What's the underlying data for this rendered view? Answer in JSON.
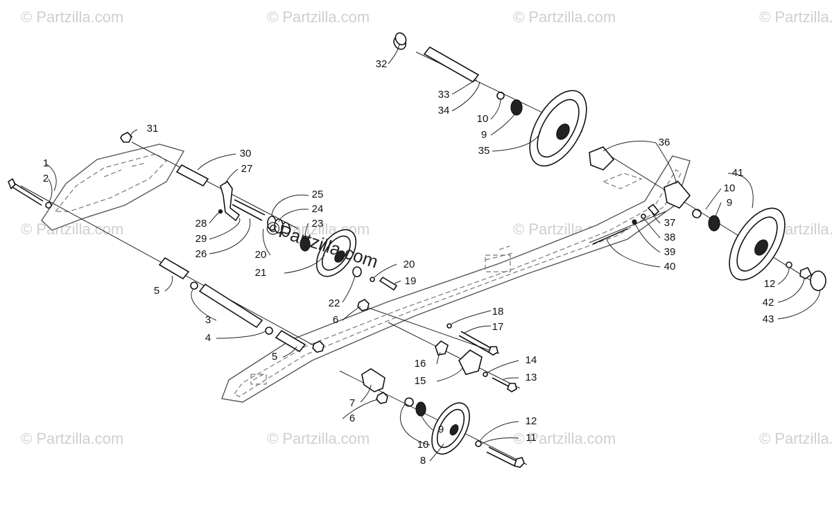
{
  "watermarks": [
    {
      "text": "© Partzilla.com"
    },
    {
      "text": "© Partzilla.com"
    },
    {
      "text": "© Partzilla.com"
    },
    {
      "text": "© Partzilla.com"
    },
    {
      "text": "© Partzilla.com"
    },
    {
      "text": "© Partzilla.com"
    },
    {
      "text": "© Partzilla.com"
    },
    {
      "text": "© Partzilla.com"
    },
    {
      "text": "© Partzilla.com"
    },
    {
      "text": "© Partzilla.com"
    },
    {
      "text": "© Partzilla.com"
    },
    {
      "text": "© Partzilla.com"
    }
  ],
  "center_stamp": "©Partzilla.com",
  "callouts": [
    "1",
    "2",
    "3",
    "4",
    "5",
    "5",
    "6",
    "6",
    "7",
    "8",
    "9",
    "9",
    "10",
    "10",
    "11",
    "12",
    "12",
    "13",
    "14",
    "15",
    "16",
    "17",
    "18",
    "19",
    "20",
    "20",
    "21",
    "22",
    "23",
    "24",
    "25",
    "26",
    "27",
    "28",
    "29",
    "30",
    "31",
    "32",
    "33",
    "34",
    "35",
    "36",
    "37",
    "38",
    "39",
    "40",
    "41",
    "42",
    "43",
    "9",
    "10"
  ],
  "colors": {
    "line": "#111111",
    "watermark": "#cfcfcf",
    "background": "#ffffff"
  }
}
